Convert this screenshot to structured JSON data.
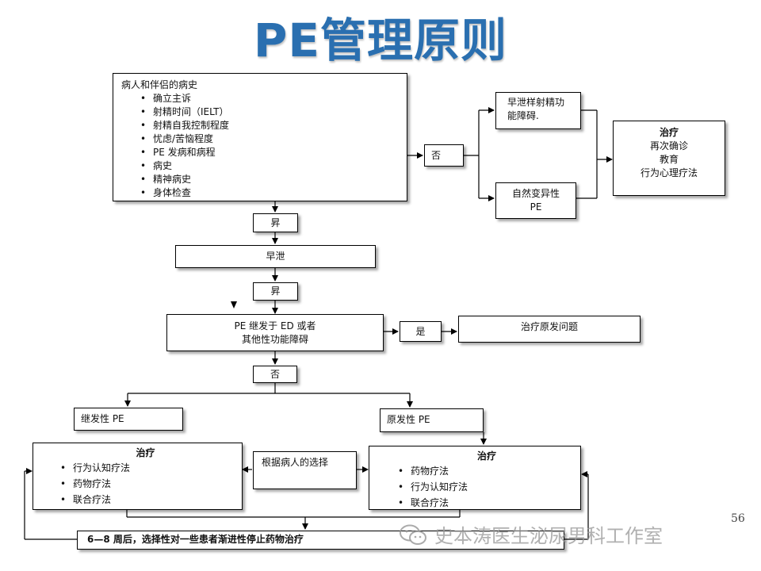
{
  "title": "PE管理原则",
  "history": {
    "heading": "病人和伴侣的病史",
    "items": [
      "确立主诉",
      "射精时间（IELT）",
      "射精自我控制程度",
      "忧虑/苦恼程度",
      "PE 发病和病程",
      "病史",
      "精神病史",
      "身体检查"
    ]
  },
  "no_label": "否",
  "yes_label": "是",
  "yes_label_variant": "昇",
  "no_label_variant": "否",
  "premature_like": "早泄样射精功能障碍.",
  "natural_variable": [
    "自然变异性",
    "PE"
  ],
  "treatment_right": {
    "heading": "治疗",
    "items": [
      "再次确诊",
      "教育",
      "行为心理疗法"
    ]
  },
  "premature_ejaculation": "早泄",
  "secondary_question": [
    "PE 继发于 ED 或者",
    "其他性功能障碍"
  ],
  "treat_primary_problem": "治疗原发问题",
  "secondary_pe": "继发性 PE",
  "primary_pe": "原发性 PE",
  "treatment_left": {
    "heading": "治疗",
    "items": [
      "行为认知疗法",
      "药物疗法",
      "联合疗法"
    ]
  },
  "treatment_mid": {
    "heading": "治疗",
    "items": [
      "药物疗法",
      "行为认知疗法",
      "联合疗法"
    ]
  },
  "patient_choice": "根据病人的选择",
  "bottom_note": "6—8 周后，选择性对一些患者渐进性停止药物治疗",
  "page_number": "56",
  "watermark": "史本涛医生泌尿男科工作室"
}
